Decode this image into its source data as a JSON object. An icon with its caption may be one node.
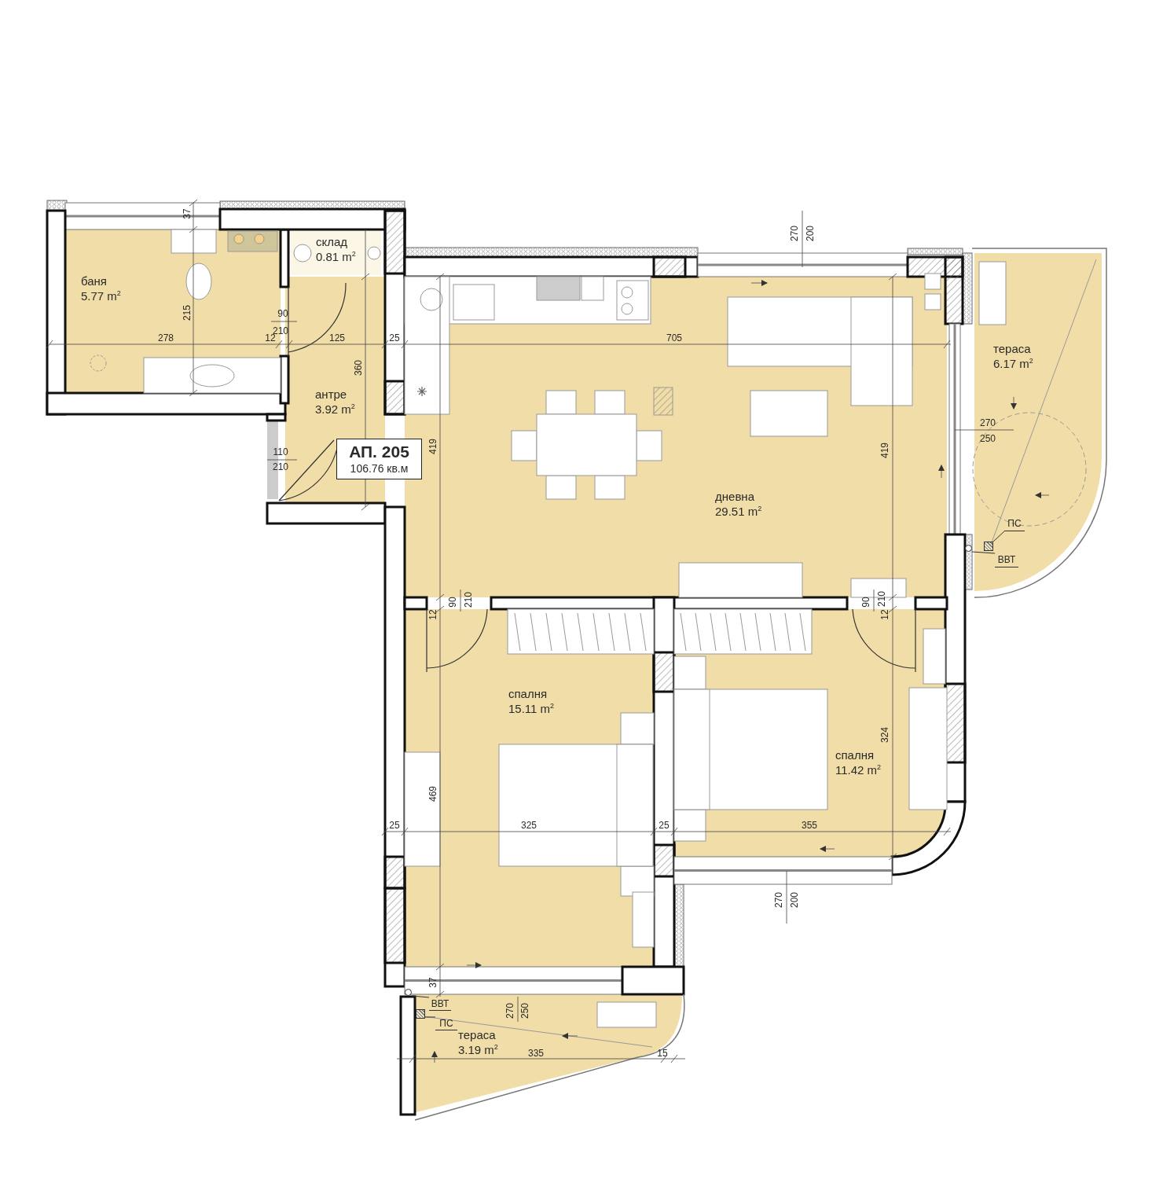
{
  "diagram": {
    "nodes": [
      {
        "text": [
          "баня",
          "5.77 m$^{2}$"
        ]
      },
      {
        "text": [
          "склад",
          "0.81 m$^{2}$"
        ]
      },
      {
        "text": [
          "антре",
          "3.92 m$^{2}$"
        ]
      },
      {
        "text": [
          "АП. 205",
          "106.76 кв.м"
        ]
      },
      {
        "text": [
          "дневна",
          "29.51 m$^{2}$"
        ]
      },
      {
        "text": [
          "тераса",
          "6.17 m$^{2}$"
        ]
      },
      {
        "text": [
          "ПС"
        ],
        "in": 5
      },
      {
        "text": [],
        "shape": "box",
        "in": 5
      },
      {
        "text": [
          "ВВТ"
        ],
        "in": 5
      },
      {
        "text": [],
        "shape": "circle"
      },
      {
        "text": [
          "спалня",
          "15.11 m$^{2}$"
        ]
      },
      {
        "text": [
          "спалня",
          "11.42 m$^{2}$"
        ]
      },
      {
        "text": [
          "тераса",
          "3.19 m$^{2}$"
        ]
      },
      {
        "text": [
          "ВВТ"
        ],
        "in": 12
      },
      {
        "text": [],
        "shape": "circle"
      },
      {
        "text": [],
        "shape": "box",
        "in": 12
      },
      {
        "text": [
          "ПС"
        ],
        "in": 12
      }
    ],
    "edges": [
      {
        "from": 6,
        "to": 7,
        "arrow": "none"
      },
      {
        "from": 8,
        "to": 9,
        "arrow": "none"
      },
      {
        "from": 13,
        "to": 14,
        "arrow": "none"
      },
      {
        "from": 16,
        "to": 15,
        "arrow": "none"
      }
    ],
    "labels": [
      "37",
      "270",
      "200",
      "215",
      "90",
      "210",
      "278",
      "12",
      "125",
      "25",
      "705",
      "360",
      "270",
      "250",
      "419",
      "419",
      "110",
      "210",
      "90",
      "210",
      "90",
      "210",
      "12",
      "12",
      "324",
      "469",
      "25",
      "325",
      "25",
      "355",
      "270",
      "200",
      "37",
      "270",
      "250",
      "335",
      "15"
    ]
  }
}
